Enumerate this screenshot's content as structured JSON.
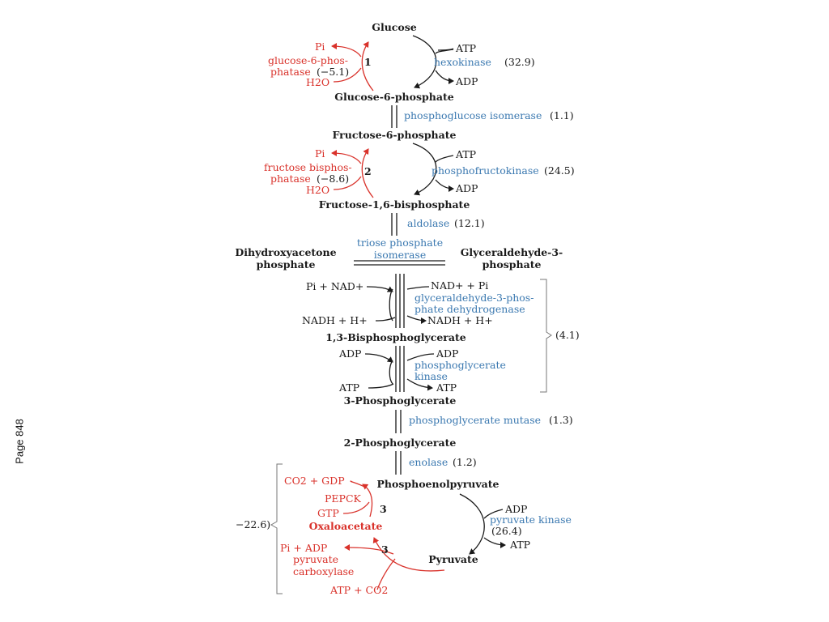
{
  "page_label": "Page 848",
  "metabolites": {
    "glucose": "Glucose",
    "g6p": "Glucose-6-phosphate",
    "f6p": "Fructose-6-phosphate",
    "f16bp": "Fructose-1,6-bisphosphate",
    "dhap_1": "Dihydroxyacetone",
    "dhap_2": "phosphate",
    "gap_1": "Glyceraldehyde-3-",
    "gap_2": "phosphate",
    "bpg13": "1,3-Bisphosphoglycerate",
    "pg3": "3-Phosphoglycerate",
    "pg2": "2-Phosphoglycerate",
    "pep": "Phosphoenolpyruvate",
    "oaa": "Oxaloacetate",
    "pyruvate": "Pyruvate"
  },
  "enzymes": {
    "hexokinase": "hexokinase",
    "hexokinase_dg": "(32.9)",
    "pgi": "phosphoglucose isomerase",
    "pgi_dg": "(1.1)",
    "pfk": "phosphofructokinase",
    "pfk_dg": "(24.5)",
    "aldolase": "aldolase",
    "aldolase_dg": "(12.1)",
    "tpi_1": "triose phosphate",
    "tpi_2": "isomerase",
    "gapdh_1": "glyceraldehyde-3-phos-",
    "gapdh_2": "phate dehydrogenase",
    "pgk_1": "phosphoglycerate",
    "pgk_2": "kinase",
    "bracket_dg": "(4.1)",
    "pgm": "phosphoglycerate mutase",
    "pgm_dg": "(1.3)",
    "enolase": "enolase",
    "enolase_dg": "(1.2)",
    "pk": "pyruvate kinase",
    "pk_dg": "(26.4)"
  },
  "gluconeogenic": {
    "g6pase_pi": "Pi",
    "g6pase_1": "glucose-6-phos-",
    "g6pase_2": "phatase",
    "g6pase_dg": "(−5.1)",
    "g6pase_h2o": "H2O",
    "step1": "1",
    "fbpase_pi": "Pi",
    "fbpase_1": "fructose bisphos-",
    "fbpase_2": "phatase",
    "fbpase_dg": "(−8.6)",
    "fbpase_h2o": "H2O",
    "step2": "2",
    "co2_gdp": "CO2 + GDP",
    "pepck": "PEPCK",
    "gtp": "GTP",
    "step3a": "3",
    "pi_adp": "Pi + ADP",
    "pc_1": "pyruvate",
    "pc_2": "carboxylase",
    "atp_co2": "ATP + CO2",
    "step3b": "3",
    "bracket_dg": "−22.6)"
  },
  "cofactors": {
    "atp": "ATP",
    "adp": "ADP",
    "pi_nad": "Pi + NAD+",
    "nad_pi": "NAD+ + Pi",
    "nadh_h": "NADH + H+"
  },
  "colors": {
    "glycolysis": "#1a1a1a",
    "enzyme": "#3a78b0",
    "gluconeogenesis": "#d9322b"
  }
}
